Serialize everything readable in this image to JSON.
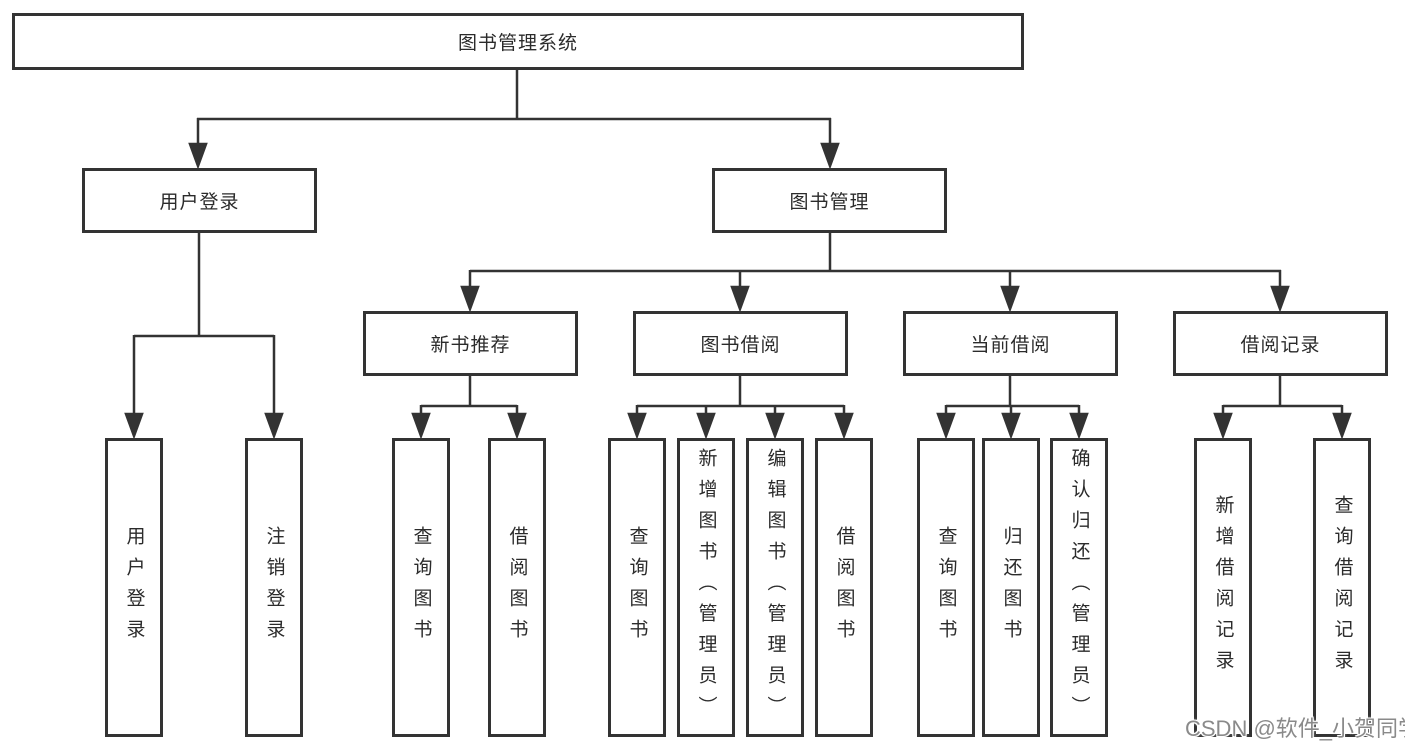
{
  "diagram": {
    "root": {
      "label": "图书管理系统"
    },
    "level2": {
      "user_login": {
        "label": "用户登录"
      },
      "book_mgmt": {
        "label": "图书管理"
      }
    },
    "level3": {
      "new_books": {
        "label": "新书推荐"
      },
      "borrow": {
        "label": "图书借阅"
      },
      "current": {
        "label": "当前借阅"
      },
      "records": {
        "label": "借阅记录"
      }
    },
    "leaves": {
      "user_login": [
        "用户登录",
        "注销登录"
      ],
      "new_books": [
        "查询图书",
        "借阅图书"
      ],
      "borrow": [
        "查询图书",
        "新增图书（管理员）",
        "编辑图书（管理员）",
        "借阅图书"
      ],
      "current": [
        "查询图书",
        "归还图书",
        "确认归还（管理员）"
      ],
      "records": [
        "新增借阅记录",
        "查询借阅记录"
      ]
    }
  },
  "watermark": {
    "text": "CSDN @软件_小贺同学"
  },
  "colors": {
    "line": "#333333",
    "box_border": "#333333",
    "box_background": "#ffffff",
    "text": "#2b2b2b",
    "watermark": "#8a8a8a"
  }
}
